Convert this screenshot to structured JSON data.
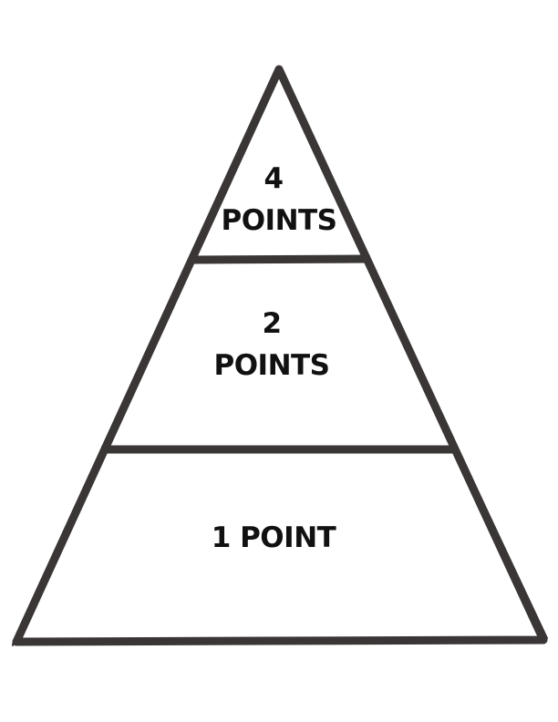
{
  "pyramid": {
    "stroke_color": "#3a3636",
    "text_color": "#111111",
    "tiers": [
      {
        "line1": "4",
        "line2": "POINTS"
      },
      {
        "line1": "2",
        "line2": "POINTS"
      },
      {
        "line1": "1 POINT"
      }
    ]
  }
}
